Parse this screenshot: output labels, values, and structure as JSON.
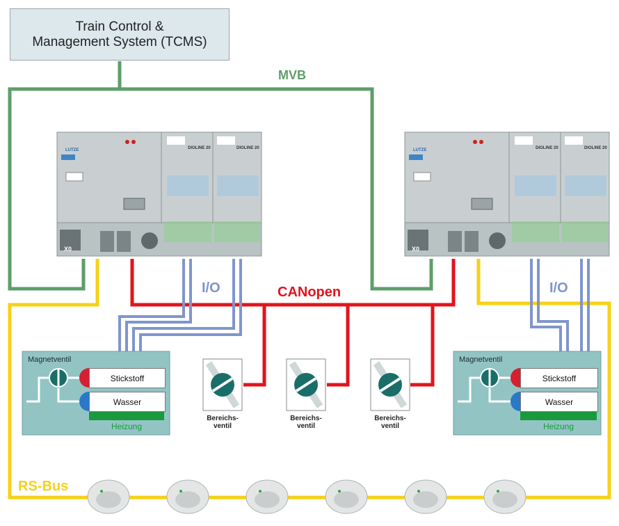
{
  "tcms": {
    "line1": "Train Control &",
    "line2": "Management System (TCMS)"
  },
  "buses": {
    "mvb": "MVB",
    "canopen": "CANopen",
    "io_left": "I/O",
    "io_right": "I/O",
    "rsbus": "RS-Bus"
  },
  "magnetventil_left": {
    "title": "Magnetventil",
    "stickstoff": "Stickstoff",
    "wasser": "Wasser",
    "heizung": "Heizung"
  },
  "magnetventil_right": {
    "title": "Magnetventil",
    "stickstoff": "Stickstoff",
    "wasser": "Wasser",
    "heizung": "Heizung"
  },
  "valves": [
    {
      "line1": "Bereichs-",
      "line2": "ventil"
    },
    {
      "line1": "Bereichs-",
      "line2": "ventil"
    },
    {
      "line1": "Bereichs-",
      "line2": "ventil"
    }
  ],
  "plc_left": {
    "brand": "LUTZE",
    "module1": "DIOLINE 20",
    "module2": "DIOLINE 20",
    "connector": "X0"
  },
  "plc_right": {
    "brand": "LUTZE",
    "module1": "DIOLINE 20",
    "module2": "DIOLINE 20",
    "connector": "X0"
  },
  "colors": {
    "mvb": "#5e9e6a",
    "canopen": "#e2141c",
    "io": "#7f95cc",
    "rsbus": "#f7d117",
    "panel": "#93c4c4"
  }
}
